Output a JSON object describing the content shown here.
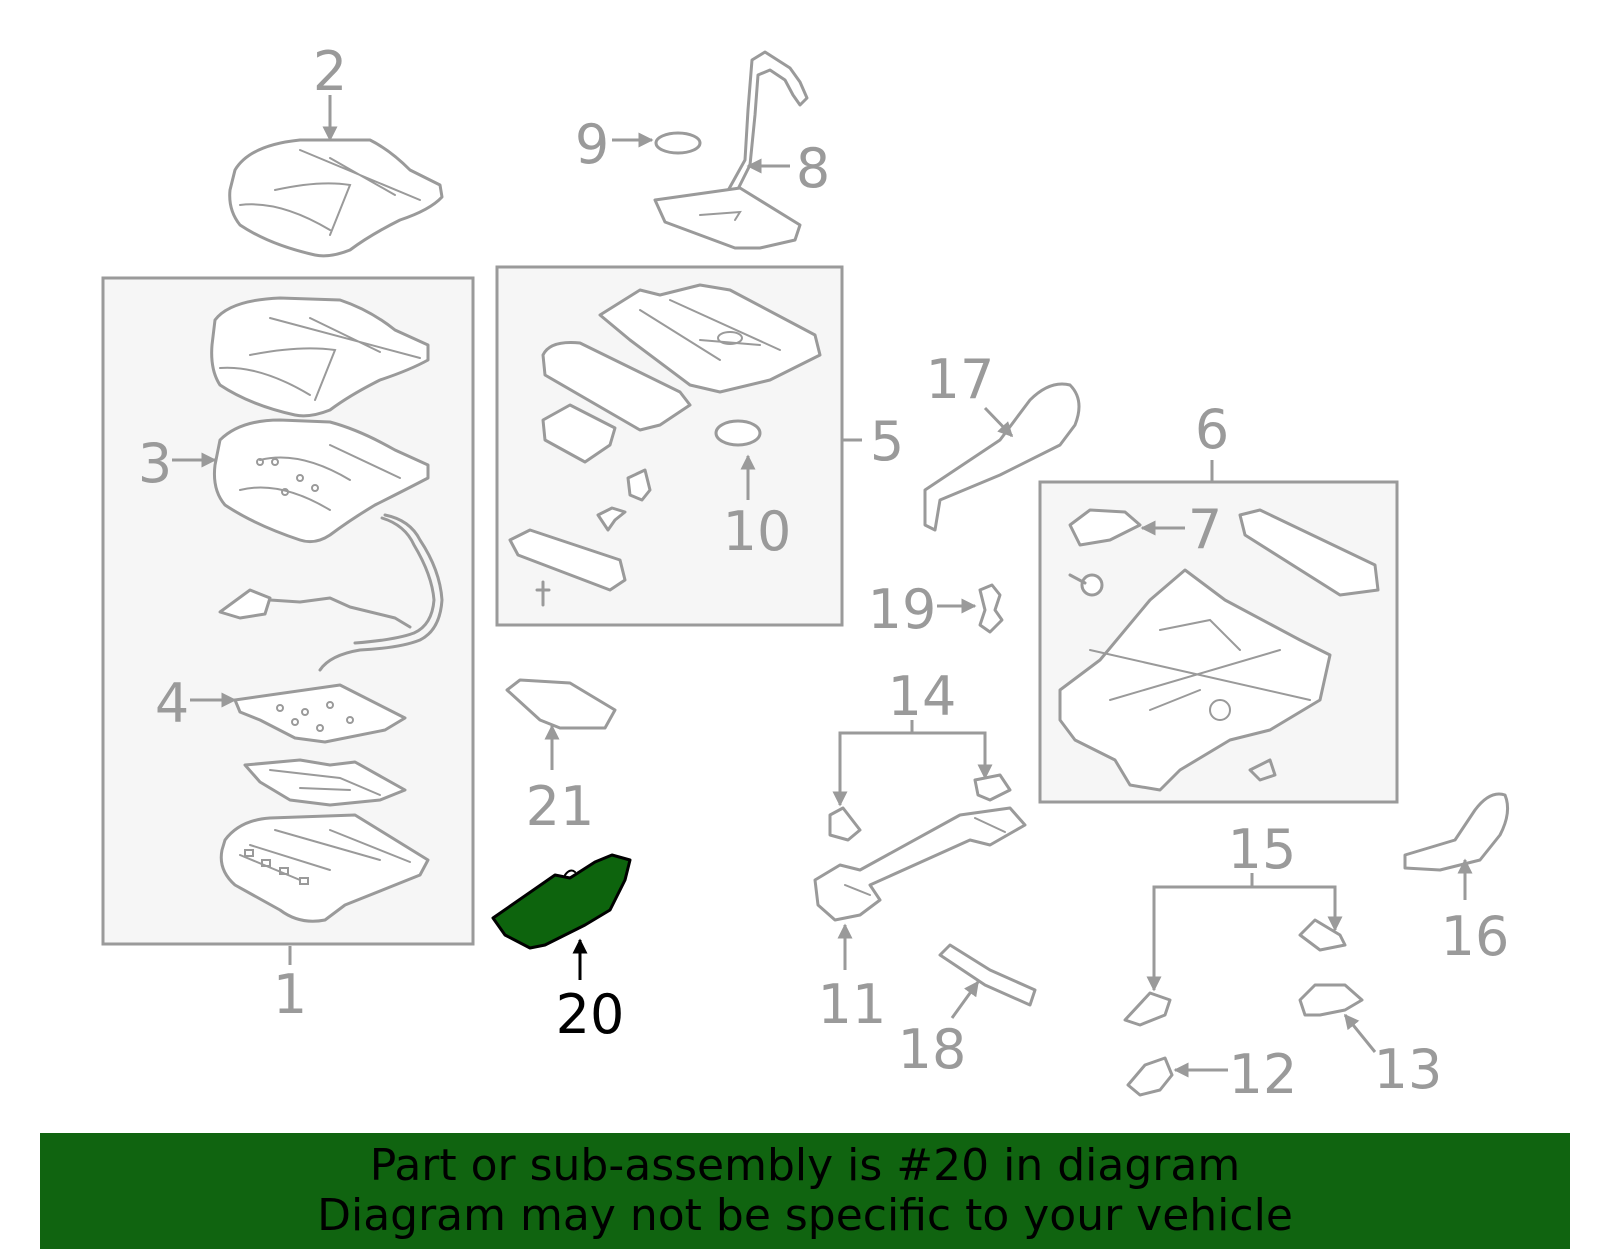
{
  "diagram": {
    "highlight_color": "#0d640d",
    "line_color": "#9a9a9a",
    "highlighted_part": "20",
    "callouts": {
      "c1": "1",
      "c2": "2",
      "c3": "3",
      "c4": "4",
      "c5": "5",
      "c6": "6",
      "c7": "7",
      "c8": "8",
      "c9": "9",
      "c10": "10",
      "c11": "11",
      "c12": "12",
      "c13": "13",
      "c14": "14",
      "c15": "15",
      "c16": "16",
      "c17": "17",
      "c18": "18",
      "c19": "19",
      "c20": "20",
      "c21": "21"
    }
  },
  "banner": {
    "line1": "Part or sub-assembly is #20 in diagram",
    "line2": "Diagram may not be specific to your vehicle",
    "background": "#106410"
  }
}
